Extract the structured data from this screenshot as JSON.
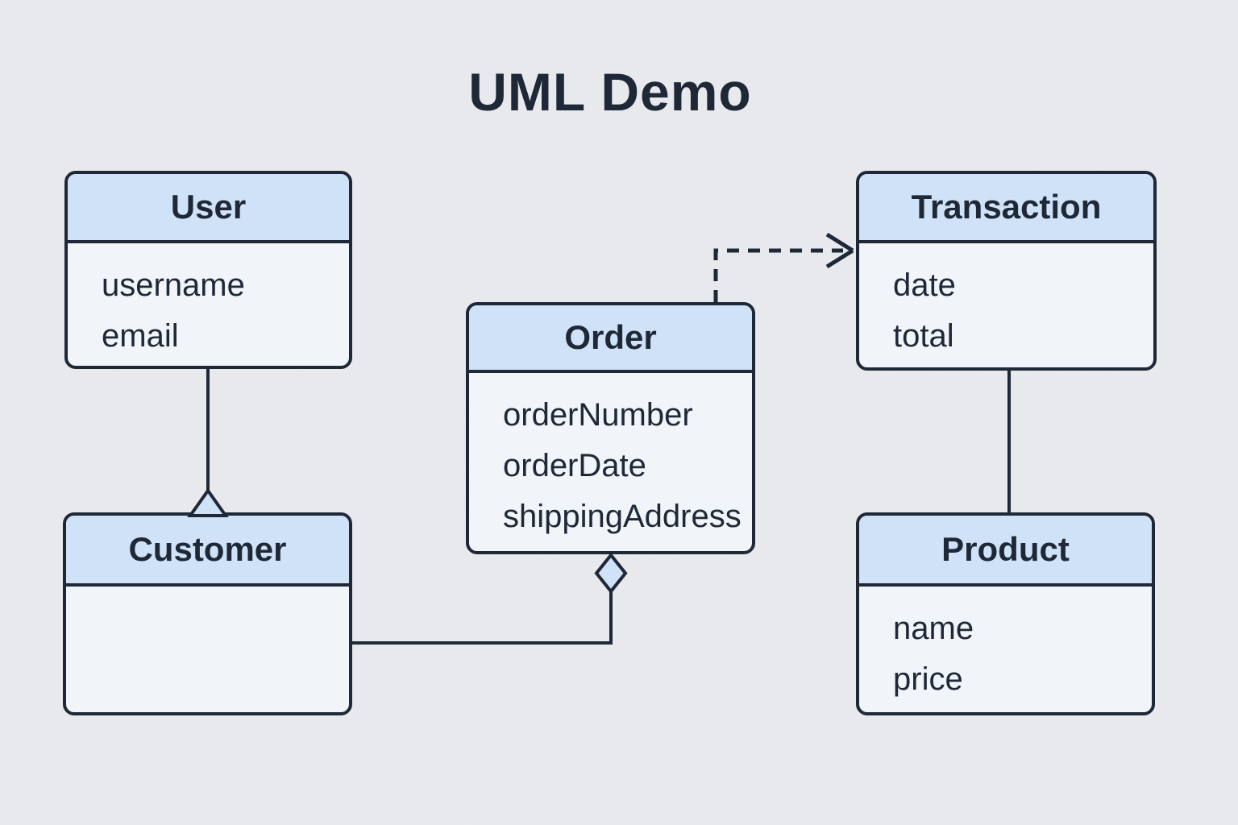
{
  "title": "UML Demo",
  "colors": {
    "background": "#e9eaee",
    "class_header_fill": "#cfe2f7",
    "class_body_fill": "#f1f4f8",
    "outline": "#1e2837",
    "text": "#1e2837"
  },
  "classes": [
    {
      "name": "User",
      "attributes": [
        "username",
        "email"
      ]
    },
    {
      "name": "Customer",
      "attributes": []
    },
    {
      "name": "Order",
      "attributes": [
        "orderNumber",
        "orderDate",
        "shippingAddress"
      ]
    },
    {
      "name": "Transaction",
      "attributes": [
        "date",
        "total"
      ]
    },
    {
      "name": "Product",
      "attributes": [
        "name",
        "price"
      ]
    }
  ],
  "relationships": [
    {
      "from": "User",
      "to": "Customer",
      "type": "generalization",
      "line": "solid",
      "marker": "hollow-triangle"
    },
    {
      "from": "Customer",
      "to": "Order",
      "type": "aggregation",
      "line": "solid",
      "marker": "hollow-diamond"
    },
    {
      "from": "Order",
      "to": "Transaction",
      "type": "dependency",
      "line": "dashed",
      "marker": "open-arrowhead"
    },
    {
      "from": "Transaction",
      "to": "Product",
      "type": "association",
      "line": "solid",
      "marker": "none"
    }
  ]
}
